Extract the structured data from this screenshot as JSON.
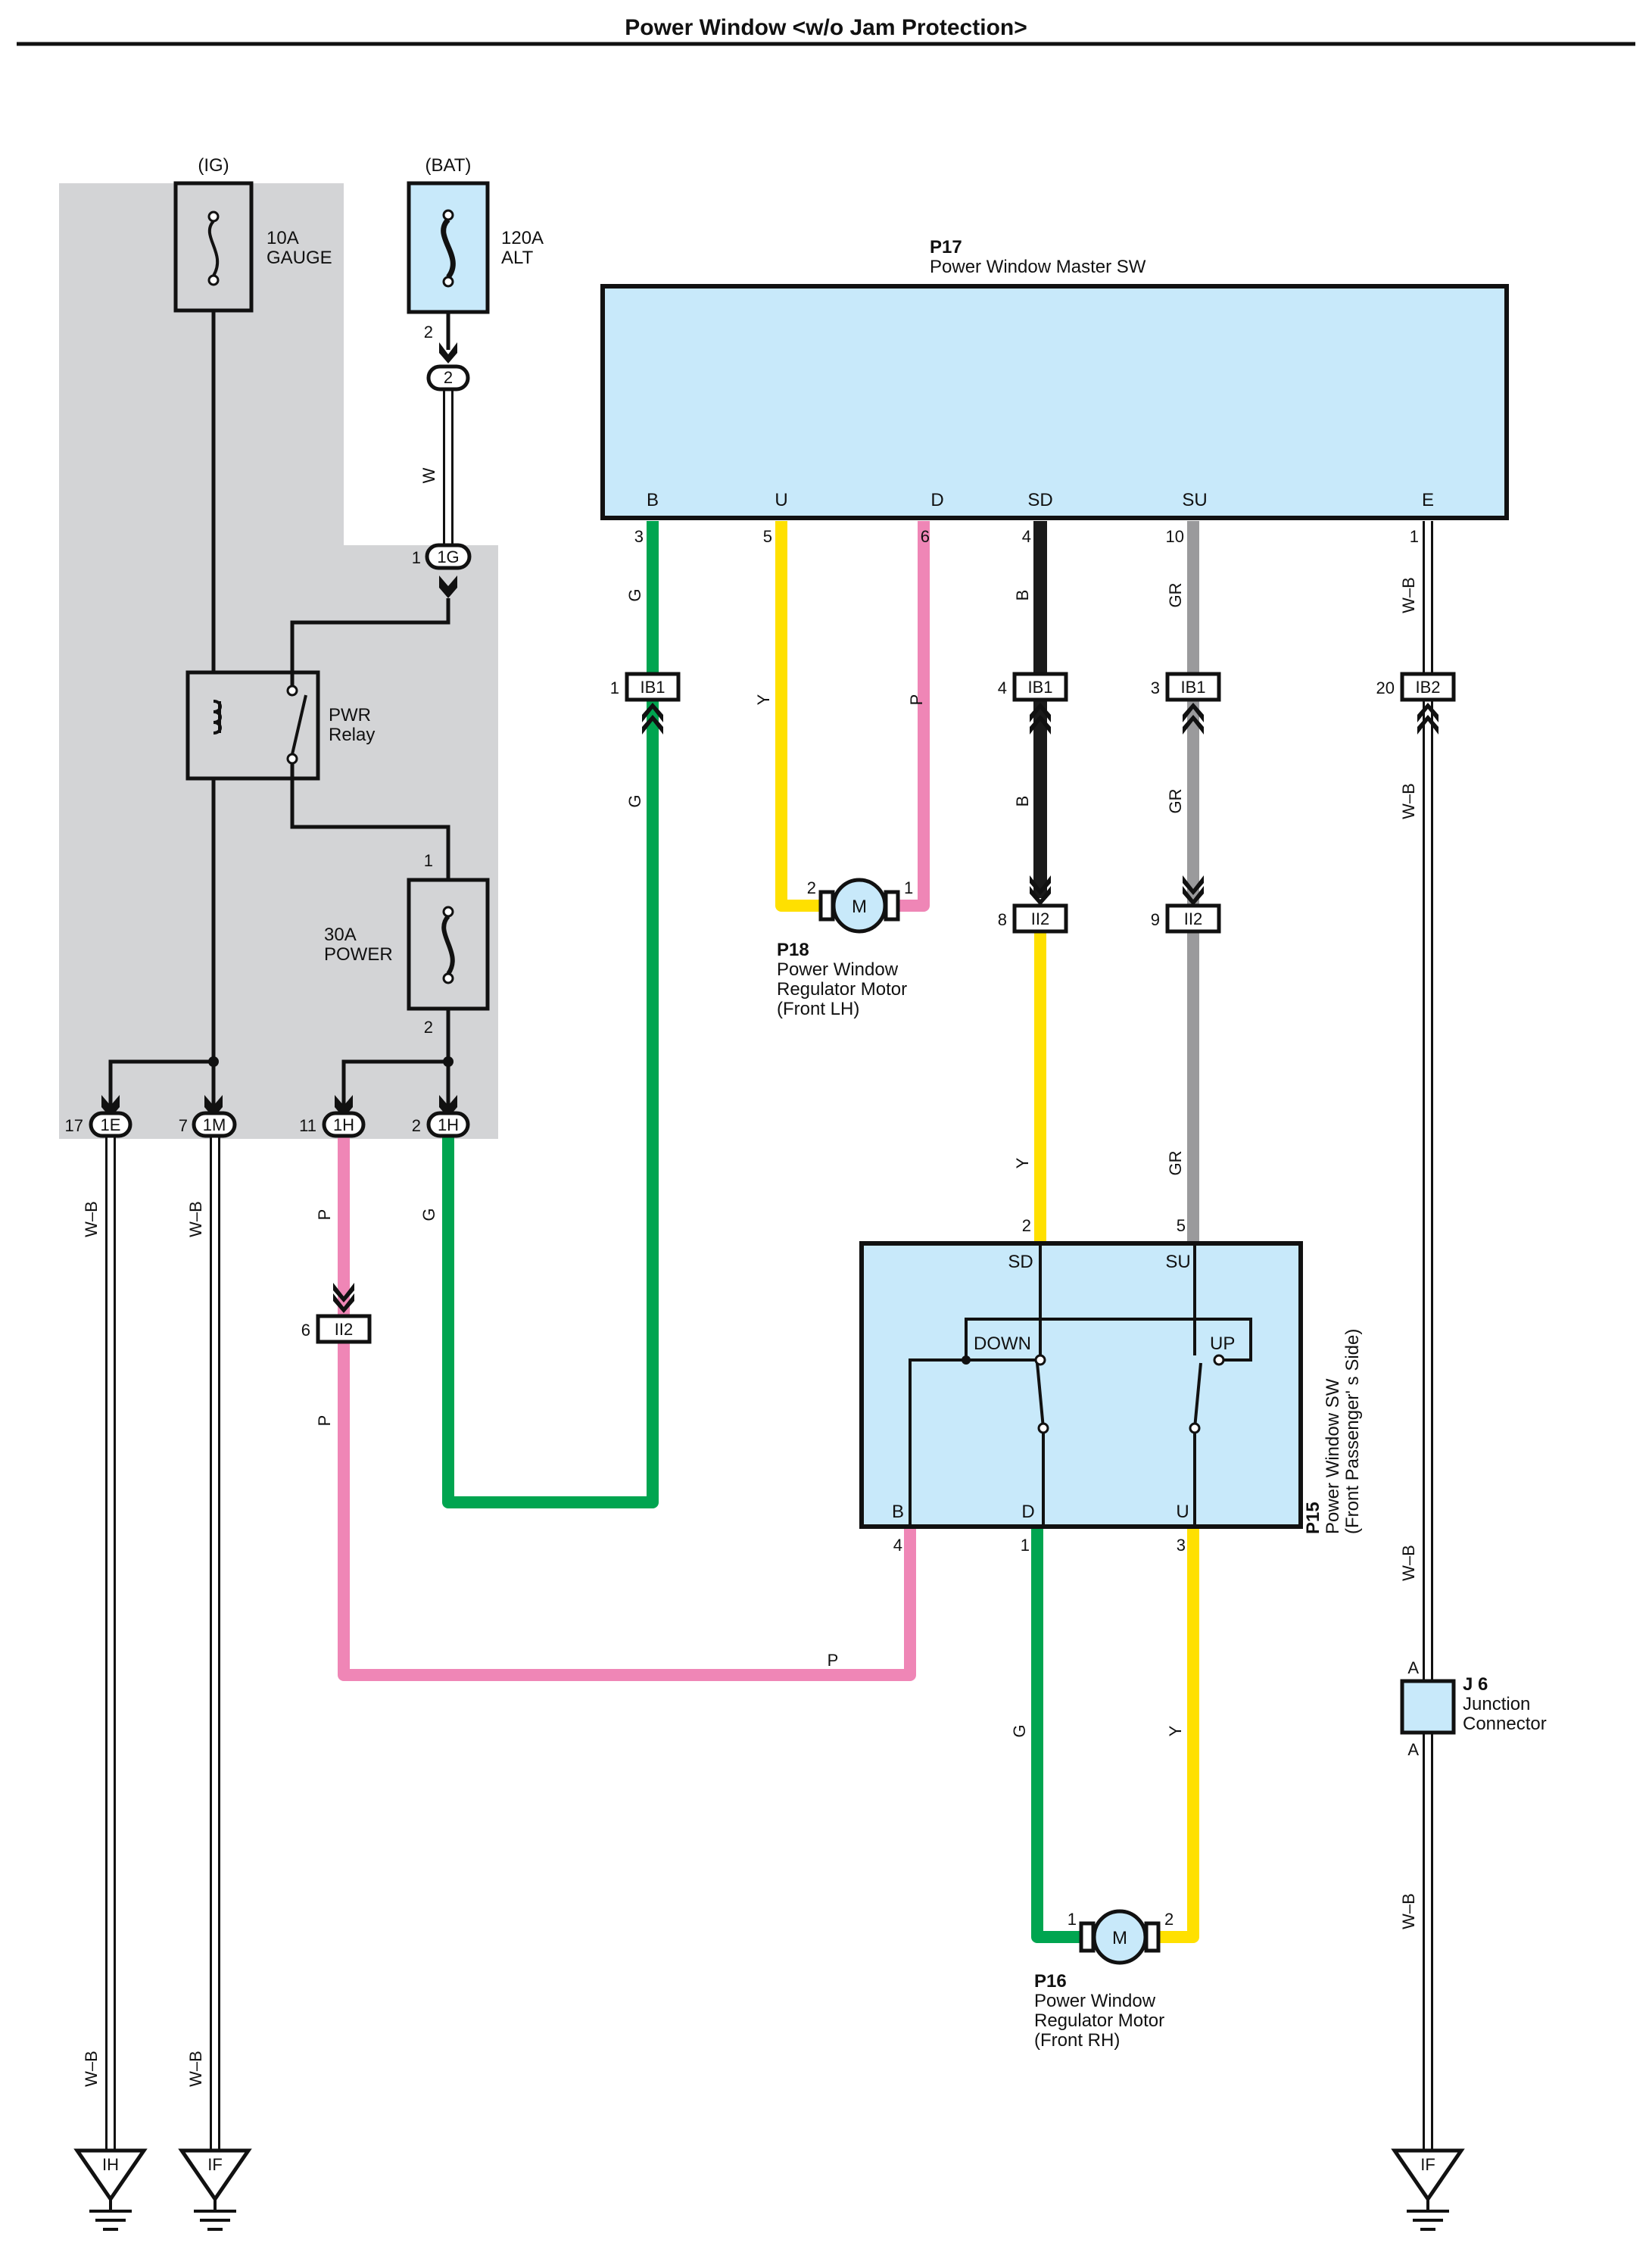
{
  "title": "Power Window <w/o Jam Protection>",
  "colors": {
    "green": "#00a550",
    "yellow": "#ffe000",
    "pink": "#ef86b6",
    "black": "#1a1a1a",
    "gray": "#9a9a9c",
    "white_black": "#ffffff",
    "component_fill": "#c8e9fa",
    "shade": "#d3d4d6"
  },
  "sources": {
    "ig": "(IG)",
    "bat": "(BAT)",
    "fuse_gauge": {
      "amp": "10A",
      "name": "GAUGE"
    },
    "fuse_alt": {
      "amp": "120A",
      "name": "ALT"
    },
    "fuse_power": {
      "amp": "30A",
      "name": "POWER"
    },
    "relay": {
      "line1": "PWR",
      "line2": "Relay"
    }
  },
  "components": {
    "p17": {
      "code": "P17",
      "name": "Power Window Master SW",
      "terminals": [
        "B",
        "U",
        "D",
        "SD",
        "SU",
        "E"
      ],
      "pins": [
        "3",
        "5",
        "6",
        "4",
        "10",
        "1"
      ]
    },
    "p18": {
      "code": "P18",
      "line1": "Power Window",
      "line2": "Regulator Motor",
      "line3": "(Front LH)",
      "pin_left": "2",
      "pin_right": "1",
      "motor": "M"
    },
    "p16": {
      "code": "P16",
      "line1": "Power Window",
      "line2": "Regulator Motor",
      "line3": "(Front RH)",
      "pin_left": "1",
      "pin_right": "2",
      "motor": "M"
    },
    "p15": {
      "code": "P15",
      "line1": "Power Window SW",
      "line2": "(Front Passenger' s Side)",
      "sd": "SD",
      "su": "SU",
      "down": "DOWN",
      "up": "UP",
      "b": "B",
      "d": "D",
      "u": "U",
      "pin_sd": "2",
      "pin_su": "5",
      "pin_b": "4",
      "pin_d": "1",
      "pin_u": "3"
    },
    "j6": {
      "code": "J 6",
      "line1": "Junction",
      "line2": "Connector",
      "pin_top": "A",
      "pin_bottom": "A"
    }
  },
  "connectors": {
    "c2": {
      "label": "2",
      "pin": "2"
    },
    "c1g": {
      "label": "1G",
      "pin": "1"
    },
    "c1e": {
      "label": "1E",
      "pin": "17"
    },
    "c1m": {
      "label": "1M",
      "pin": "7"
    },
    "c1h_a": {
      "label": "1H",
      "pin": "11"
    },
    "c1h_b": {
      "label": "1H",
      "pin": "2"
    },
    "ib1_g": {
      "label": "IB1",
      "pin": "1"
    },
    "ib1_b": {
      "label": "IB1",
      "pin": "4"
    },
    "ib1_gr": {
      "label": "IB1",
      "pin": "3"
    },
    "ib2": {
      "label": "IB2",
      "pin": "20"
    },
    "ii2_b": {
      "label": "II2",
      "pin": "8"
    },
    "ii2_gr": {
      "label": "II2",
      "pin": "9"
    },
    "ii2_p": {
      "label": "II2",
      "pin": "6"
    },
    "fuse_power_top": "1",
    "fuse_power_bot": "2"
  },
  "wire_labels": {
    "w": "W",
    "wb": "W–B",
    "g": "G",
    "y": "Y",
    "p": "P",
    "b": "B",
    "gr": "GR"
  },
  "grounds": {
    "g1": "IH",
    "g2": "IF",
    "g3": "IF"
  }
}
